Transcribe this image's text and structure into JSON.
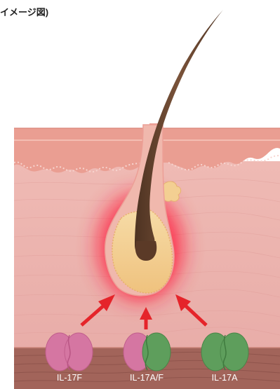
{
  "caption": "イメージ図)",
  "labels": {
    "il17f": "IL-17F",
    "il17af": "IL-17A/F",
    "il17a": "IL-17A"
  },
  "colors": {
    "epidermis": "#ea9e92",
    "dermis": "#ebb1ae",
    "subcutaneous": "#a2645a",
    "hair": "#6a4631",
    "bulb": "#f3cf92",
    "inflammation_glow": "#ff1f3d",
    "arrow": "#e5242a",
    "il17f_pink": "#d576a2",
    "il17a_green": "#5e9e5c"
  }
}
